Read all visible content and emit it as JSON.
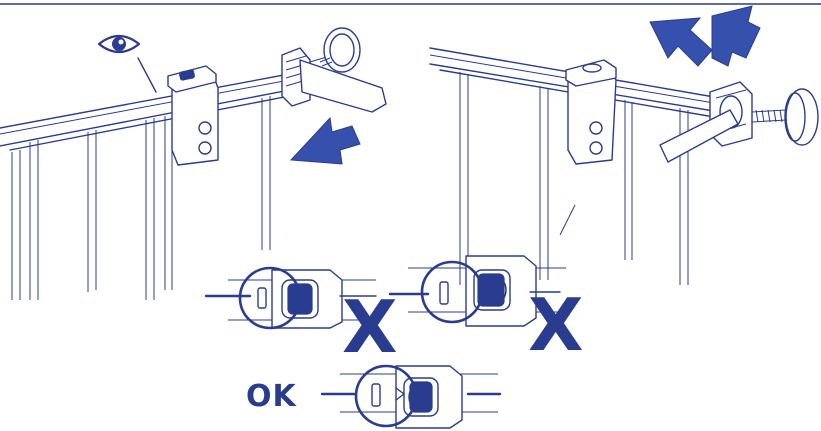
{
  "colors": {
    "line": "#2a3c8f",
    "arrow": "#3550ad",
    "background": "#ffffff"
  },
  "icons": [
    "eye-icon",
    "arrow-left-icon",
    "rotate-arrows-icon"
  ],
  "labels": {
    "ok": "OK",
    "wrong_1": "X",
    "wrong_2": "X"
  }
}
